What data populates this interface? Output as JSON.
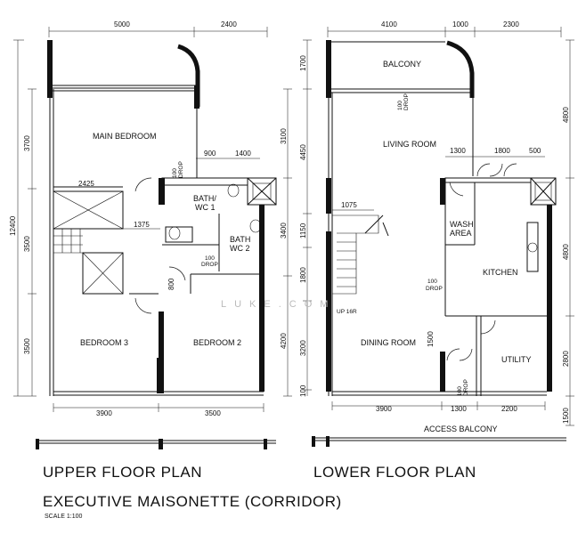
{
  "upper": {
    "dims_top": [
      "5000",
      "2400"
    ],
    "dims_bottom": [
      "3900",
      "3500"
    ],
    "dims_left": [
      "3700",
      "3500",
      "3500"
    ],
    "dim_overall": "12400",
    "dims_right": [
      "3100",
      "3400",
      "4200"
    ],
    "dims_inner": [
      "900",
      "1400",
      "2425",
      "1375",
      "800"
    ],
    "rooms": [
      "MAIN BEDROOM",
      "BATH/",
      "WC 1",
      "BATH",
      "WC 2",
      "BEDROOM 3",
      "BEDROOM 2"
    ],
    "drop_100": "100",
    "drop_word": "DROP",
    "drop_a": "100",
    "drop_b": "DROP"
  },
  "lower": {
    "dims_top": [
      "4100",
      "1000",
      "2300"
    ],
    "dims_left": [
      "1700",
      "4450",
      "1150",
      "1800",
      "3200",
      "100"
    ],
    "dims_right": [
      "4800",
      "4800",
      "2800",
      "1500"
    ],
    "dims_inner": [
      "1300",
      "1800",
      "500",
      "1075",
      "1500"
    ],
    "dims_bottom": [
      "3900",
      "1300",
      "2200"
    ],
    "rooms": [
      "BALCONY",
      "LIVING ROOM",
      "WASH",
      "AREA",
      "KITCHEN",
      "DINING ROOM",
      "UTILITY",
      "ACCESS BALCONY"
    ],
    "drop_a": "100",
    "drop_b": "DROP",
    "drop_c": "100",
    "drop_d": "DROP",
    "drop_e": "100",
    "drop_f": "DROP",
    "stair": "UP 16R"
  },
  "titles": {
    "upper": "UPPER FLOOR PLAN",
    "lower": "LOWER FLOOR PLAN",
    "type": "EXECUTIVE MAISONETTE (CORRIDOR)",
    "scale": "SCALE   1:100"
  },
  "watermark": "LUKE.COM"
}
